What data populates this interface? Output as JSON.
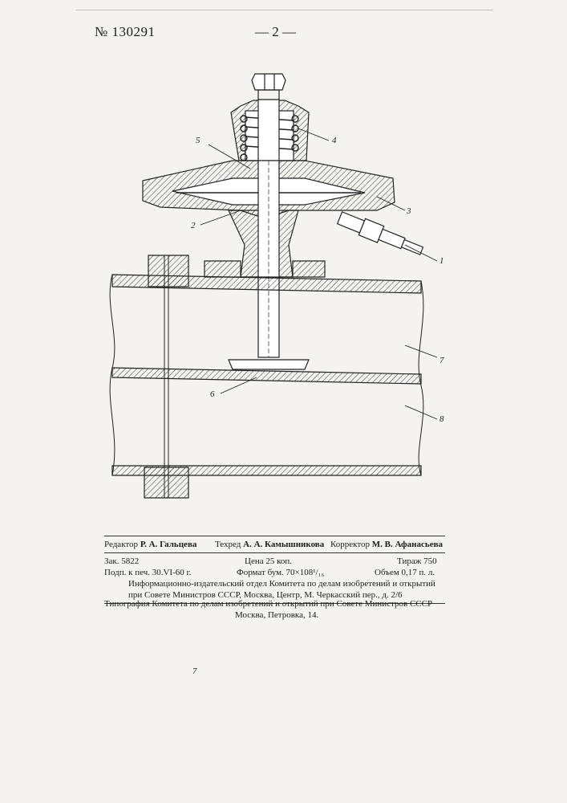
{
  "header": {
    "patent_number": "№ 130291",
    "page_label": "— 2 —"
  },
  "figure": {
    "callouts": [
      "1",
      "2",
      "3",
      "4",
      "5",
      "6",
      "7",
      "8"
    ]
  },
  "imprint": {
    "editor_label": "Редактор",
    "editor_name": "Р. А. Гальцева",
    "techred_label": "Техред",
    "techred_name": "А. А. Камышникова",
    "corrector_label": "Корректор",
    "corrector_name": "М. В. Афанасьева",
    "order": "Зак. 5822",
    "price": "Цена 25 коп.",
    "print_run": "Тираж 750",
    "signed": "Подп. к печ. 30.VI-60 г.",
    "format": "Формат бум. 70×108¹/₁₆",
    "volume": "Объем 0,17 п. л.",
    "dept_line1": "Информационно-издательский отдел Комитета по делам изобретений и открытий",
    "dept_line2": "при Совете Министров СССР, Москва, Центр, М. Черкасский пер., д. 2/6",
    "typo_line1": "Типография Комитета по делам изобретений и открытий при Совете Министров СССР",
    "typo_line2": "Москва, Петровка, 14."
  },
  "footer_mark": "7"
}
